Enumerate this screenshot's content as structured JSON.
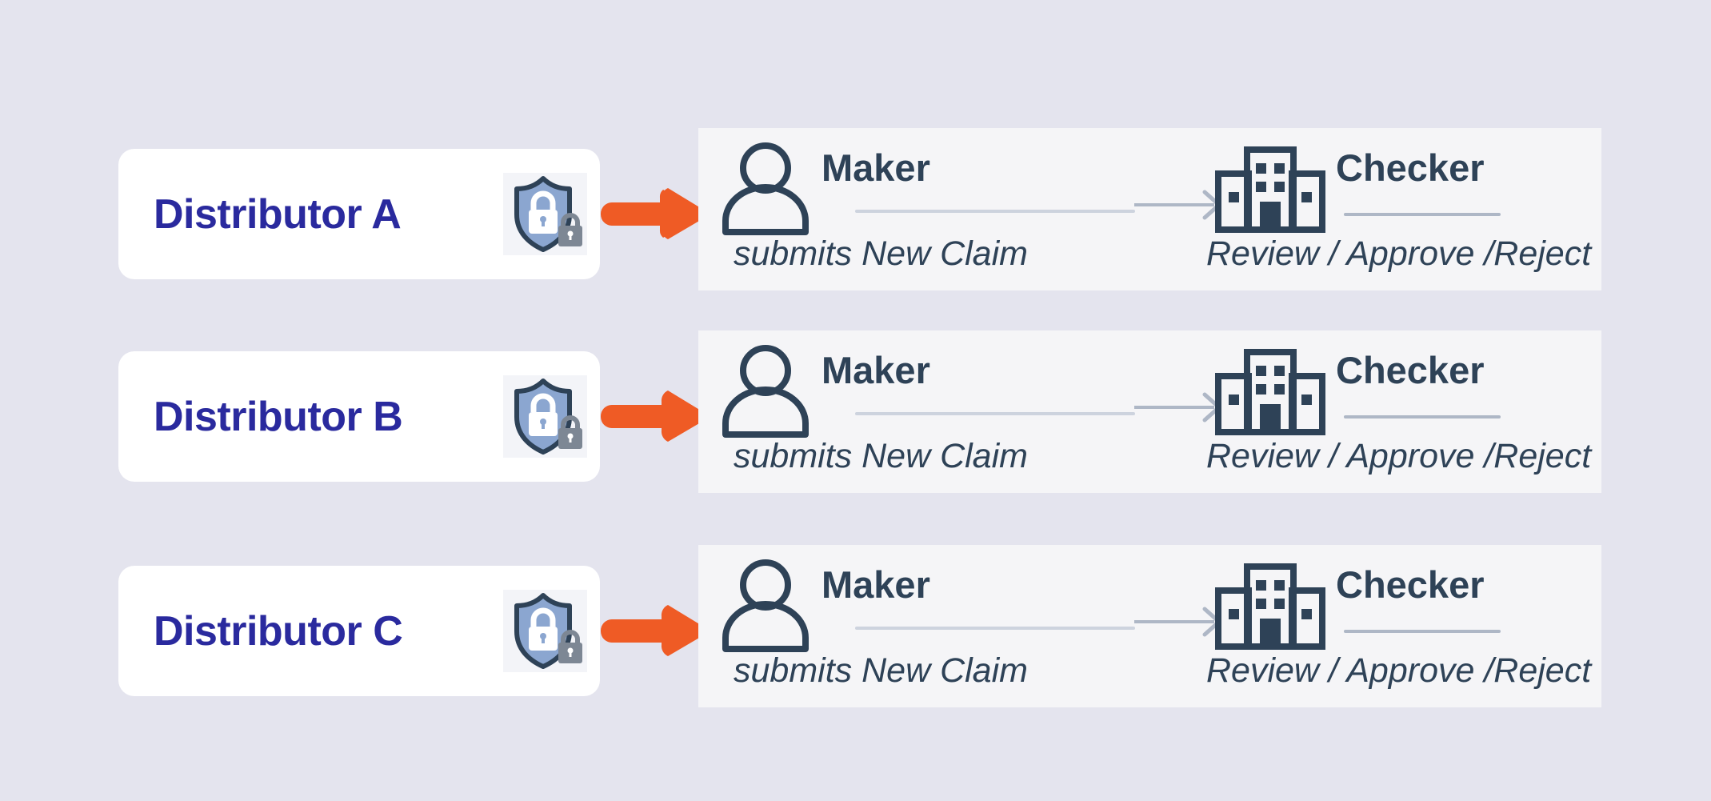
{
  "page": {
    "background_color": "#E4E4EE",
    "title": "Maker-Checker claim workflow per distributor"
  },
  "theme": {
    "card_background": "#FFFFFF",
    "panel_background": "#F5F5F7",
    "distributor_text_color": "#2A2A9E",
    "role_text_color": "#2E4257",
    "arrow_color": "#EF5B25",
    "shield_fill_color": "#8BA6D0",
    "shield_outline_color": "#2E4257",
    "small_lock_color": "#7D8794",
    "connector_color": "#AEB7C6"
  },
  "rows": [
    {
      "distributor_label": "Distributor A",
      "shield_icon": "shield-lock-icon",
      "arrow_icon": "orange-right-arrow-icon",
      "maker": {
        "icon": "person-icon",
        "name": "Maker",
        "sub": "submits New Claim"
      },
      "connector_icon": "thin-right-arrow-icon",
      "checker": {
        "icon": "building-icon",
        "name": "Checker",
        "sub": "Review / Approve /Reject"
      }
    },
    {
      "distributor_label": "Distributor B",
      "shield_icon": "shield-lock-icon",
      "arrow_icon": "orange-right-arrow-icon",
      "maker": {
        "icon": "person-icon",
        "name": "Maker",
        "sub": "submits New Claim"
      },
      "connector_icon": "thin-right-arrow-icon",
      "checker": {
        "icon": "building-icon",
        "name": "Checker",
        "sub": "Review / Approve /Reject"
      }
    },
    {
      "distributor_label": "Distributor C",
      "shield_icon": "shield-lock-icon",
      "arrow_icon": "orange-right-arrow-icon",
      "maker": {
        "icon": "person-icon",
        "name": "Maker",
        "sub": "submits New Claim"
      },
      "connector_icon": "thin-right-arrow-icon",
      "checker": {
        "icon": "building-icon",
        "name": "Checker",
        "sub": "Review / Approve /Reject"
      }
    }
  ]
}
